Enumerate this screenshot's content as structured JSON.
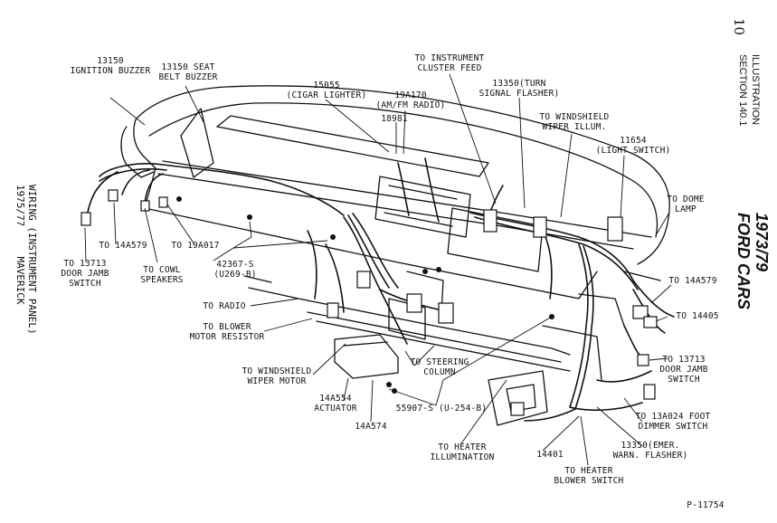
{
  "side": {
    "page_number": "10",
    "section_line1": "ILLUSTRATION",
    "section_line2": "SECTION 140.1",
    "brand_line1": "1973/79",
    "brand_line2": "FORD CARS",
    "caption_line1": "WIRING (INSTRUMENT PANEL)",
    "caption_line2": "1975/77     MAVERICK"
  },
  "labels": {
    "ignition_buzzer": [
      "13150",
      "IGNITION BUZZER"
    ],
    "seat_belt_buzzer": [
      "13150 SEAT",
      "BELT BUZZER"
    ],
    "cigar_lighter": [
      "15055",
      "(CIGAR LIGHTER)"
    ],
    "am_fm_radio": [
      "19A170",
      "(AM/FM RADIO)"
    ],
    "part_18981": [
      "18981"
    ],
    "instrument_cluster_feed": [
      "TO INSTRUMENT",
      "CLUSTER FEED"
    ],
    "turn_signal_flasher": [
      "13350(TURN",
      "SIGNAL FLASHER)"
    ],
    "windshield_wiper_illum": [
      "TO WINDSHIELD",
      "WIPER ILLUM."
    ],
    "light_switch": [
      "11654",
      "(LIGHT  SWITCH)"
    ],
    "dome_lamp": [
      "TO DOME",
      "LAMP"
    ],
    "to_14a579_right": [
      "TO 14A579"
    ],
    "to_14405": [
      "TO 14405"
    ],
    "door_jamb_right": [
      "TO 13713",
      "DOOR JAMB",
      "SWITCH"
    ],
    "foot_dimmer": [
      "TO 13A024 FOOT",
      "DIMMER SWITCH"
    ],
    "emer_flasher": [
      "13350(EMER.",
      "WARN. FLASHER)"
    ],
    "part_14401": [
      "14401"
    ],
    "heater_blower": [
      "TO HEATER",
      "BLOWER SWITCH"
    ],
    "heater_illum": [
      "TO HEATER",
      "ILLUMINATION"
    ],
    "part_55907": [
      "55907-S (U-254-B)"
    ],
    "part_14a574": [
      "14A574"
    ],
    "actuator": [
      "14A554",
      "ACTUATOR"
    ],
    "steering_column": [
      "TO STEERING",
      "COLUMN"
    ],
    "windshield_wiper_motor": [
      "TO WINDSHIELD",
      "WIPER MOTOR"
    ],
    "blower_resistor": [
      "TO BLOWER",
      "MOTOR RESISTOR"
    ],
    "to_radio": [
      "TO RADIO"
    ],
    "part_42367": [
      "42367-S",
      "(U269-B)"
    ],
    "cowl_speakers": [
      "TO COWL",
      "SPEAKERS"
    ],
    "to_19a017": [
      "TO 19A017"
    ],
    "to_14a579_left": [
      "TO 14A579"
    ],
    "door_jamb_left": [
      "TO 13713",
      "DOOR JAMB",
      "SWITCH"
    ],
    "p_number": [
      "P-11754"
    ]
  }
}
